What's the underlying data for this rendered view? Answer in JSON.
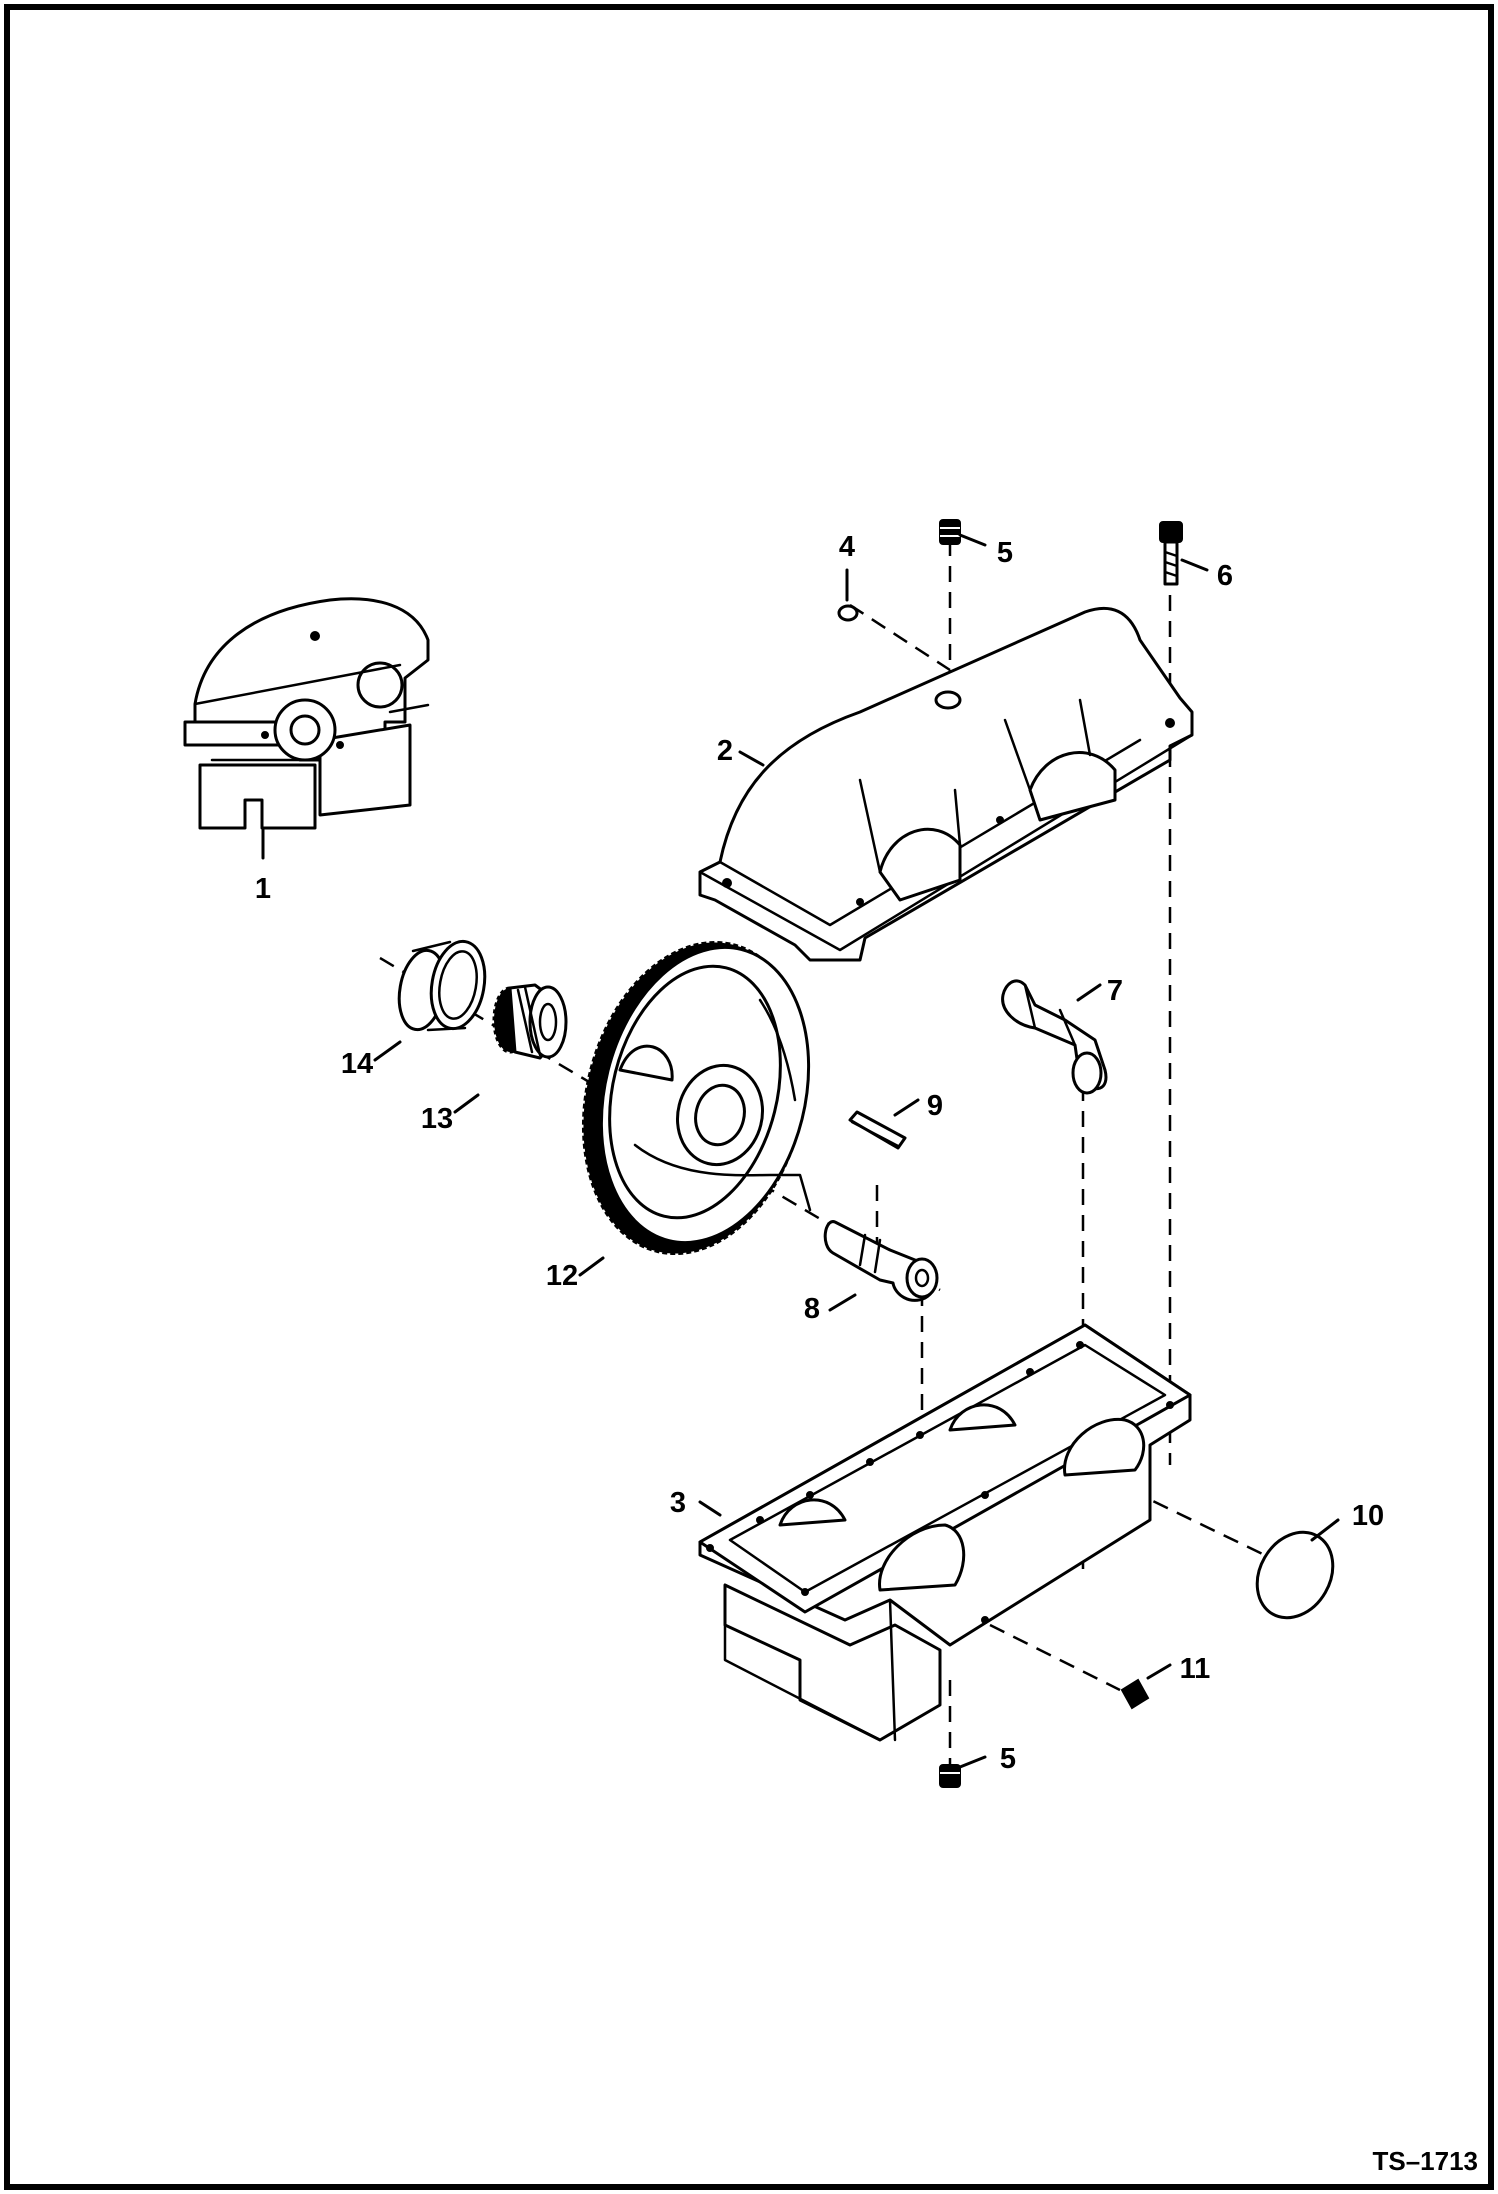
{
  "drawing": {
    "figure_code": "TS–1713",
    "callouts": {
      "c1": "1",
      "c2": "2",
      "c3": "3",
      "c4": "4",
      "c5_top": "5",
      "c5_bottom": "5",
      "c6": "6",
      "c7": "7",
      "c8": "8",
      "c9": "9",
      "c10": "10",
      "c11": "11",
      "c12": "12",
      "c13": "13",
      "c14": "14"
    },
    "parts": [
      {
        "callout": "1",
        "icon": "gearbox-assembly-icon"
      },
      {
        "callout": "2",
        "icon": "upper-housing-icon"
      },
      {
        "callout": "3",
        "icon": "lower-housing-icon"
      },
      {
        "callout": "4",
        "icon": "plug-icon"
      },
      {
        "callout": "5",
        "icon": "plug-icon"
      },
      {
        "callout": "6",
        "icon": "bolt-icon"
      },
      {
        "callout": "7",
        "icon": "shaft-icon"
      },
      {
        "callout": "8",
        "icon": "shaft-icon"
      },
      {
        "callout": "9",
        "icon": "key-icon"
      },
      {
        "callout": "10",
        "icon": "cover-disc-icon"
      },
      {
        "callout": "11",
        "icon": "plug-icon"
      },
      {
        "callout": "12",
        "icon": "large-gear-icon"
      },
      {
        "callout": "13",
        "icon": "bearing-icon"
      },
      {
        "callout": "14",
        "icon": "bearing-cup-icon"
      }
    ]
  }
}
